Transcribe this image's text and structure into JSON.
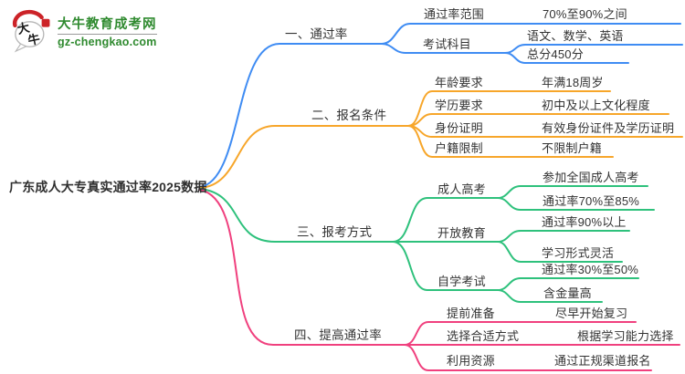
{
  "logo": {
    "title": "大牛教育成考网",
    "url": "gz-chengkao.com",
    "icon_char_1": "大",
    "icon_char_2": "牛"
  },
  "colors": {
    "brand_green": "#2f8a2f",
    "seal_red": "#cc2328",
    "text": "#333333",
    "branch_blue": "#3f8cf3",
    "branch_orange": "#f7a62a",
    "branch_green": "#2ec17c",
    "branch_pink": "#f0407e"
  },
  "mindmap": {
    "central": "广东成人大专真实通过率2025数据",
    "branches": [
      {
        "label": "一、通过率",
        "color": "#3f8cf3",
        "children": [
          {
            "label": "通过率范围",
            "leaves": [
              "70%至90%之间"
            ]
          },
          {
            "label": "考试科目",
            "leaves": [
              "语文、数学、英语",
              "总分450分"
            ]
          }
        ]
      },
      {
        "label": "二、报名条件",
        "color": "#f7a62a",
        "children": [
          {
            "label": "年龄要求",
            "leaves": [
              "年满18周岁"
            ]
          },
          {
            "label": "学历要求",
            "leaves": [
              "初中及以上文化程度"
            ]
          },
          {
            "label": "身份证明",
            "leaves": [
              "有效身份证件及学历证明"
            ]
          },
          {
            "label": "户籍限制",
            "leaves": [
              "不限制户籍"
            ]
          }
        ]
      },
      {
        "label": "三、报考方式",
        "color": "#2ec17c",
        "children": [
          {
            "label": "成人高考",
            "leaves": [
              "参加全国成人高考",
              "通过率70%至85%"
            ]
          },
          {
            "label": "开放教育",
            "leaves": [
              "通过率90%以上",
              "学习形式灵活"
            ]
          },
          {
            "label": "自学考试",
            "leaves": [
              "通过率30%至50%",
              "含金量高"
            ]
          }
        ]
      },
      {
        "label": "四、提高通过率",
        "color": "#f0407e",
        "children": [
          {
            "label": "提前准备",
            "leaves": [
              "尽早开始复习"
            ]
          },
          {
            "label": "选择合适方式",
            "leaves": [
              "根据学习能力选择"
            ]
          },
          {
            "label": "利用资源",
            "leaves": [
              "通过正规渠道报名"
            ]
          }
        ]
      }
    ]
  }
}
